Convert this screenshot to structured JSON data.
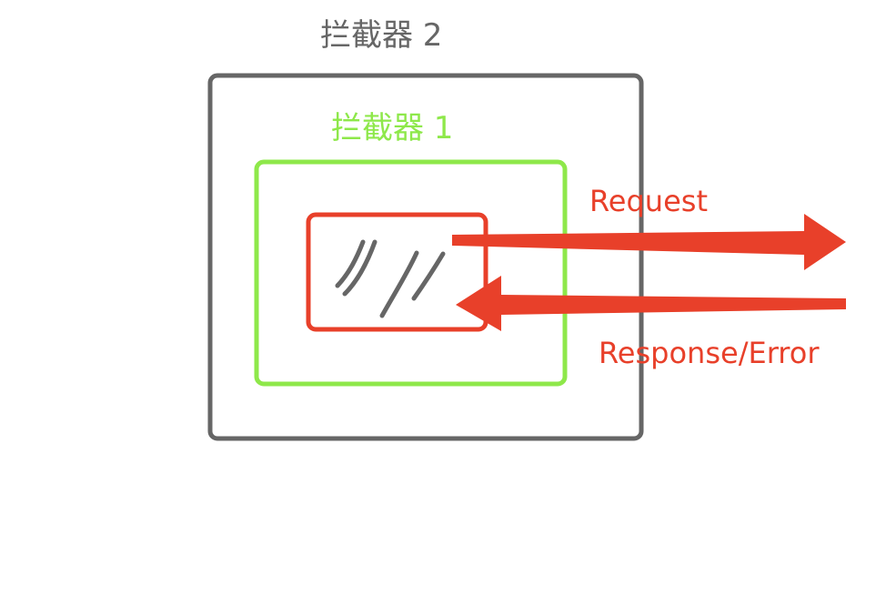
{
  "interceptor_outer": {
    "label": "拦截器 2",
    "color": "#666666"
  },
  "interceptor_inner": {
    "label": "拦截器 1",
    "color": "#8ee84a"
  },
  "core": {
    "color": "#e8402a",
    "scribble_color": "#666666"
  },
  "request": {
    "label": "Request",
    "color": "#e8402a"
  },
  "response": {
    "label": "Response/Error",
    "color": "#e8402a"
  }
}
